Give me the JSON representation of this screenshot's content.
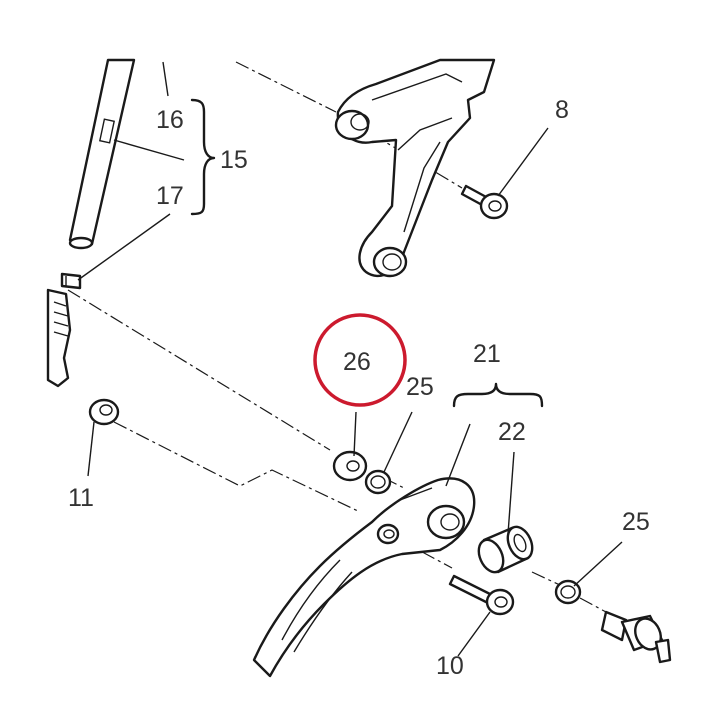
{
  "callouts": {
    "c8": "8",
    "c10": "10",
    "c11": "11",
    "c15": "15",
    "c16": "16",
    "c17": "17",
    "c21": "21",
    "c22": "22",
    "c25a": "25",
    "c25b": "25",
    "c26": "26"
  },
  "highlight": {
    "part": "26",
    "color": "#cc1a2e"
  }
}
